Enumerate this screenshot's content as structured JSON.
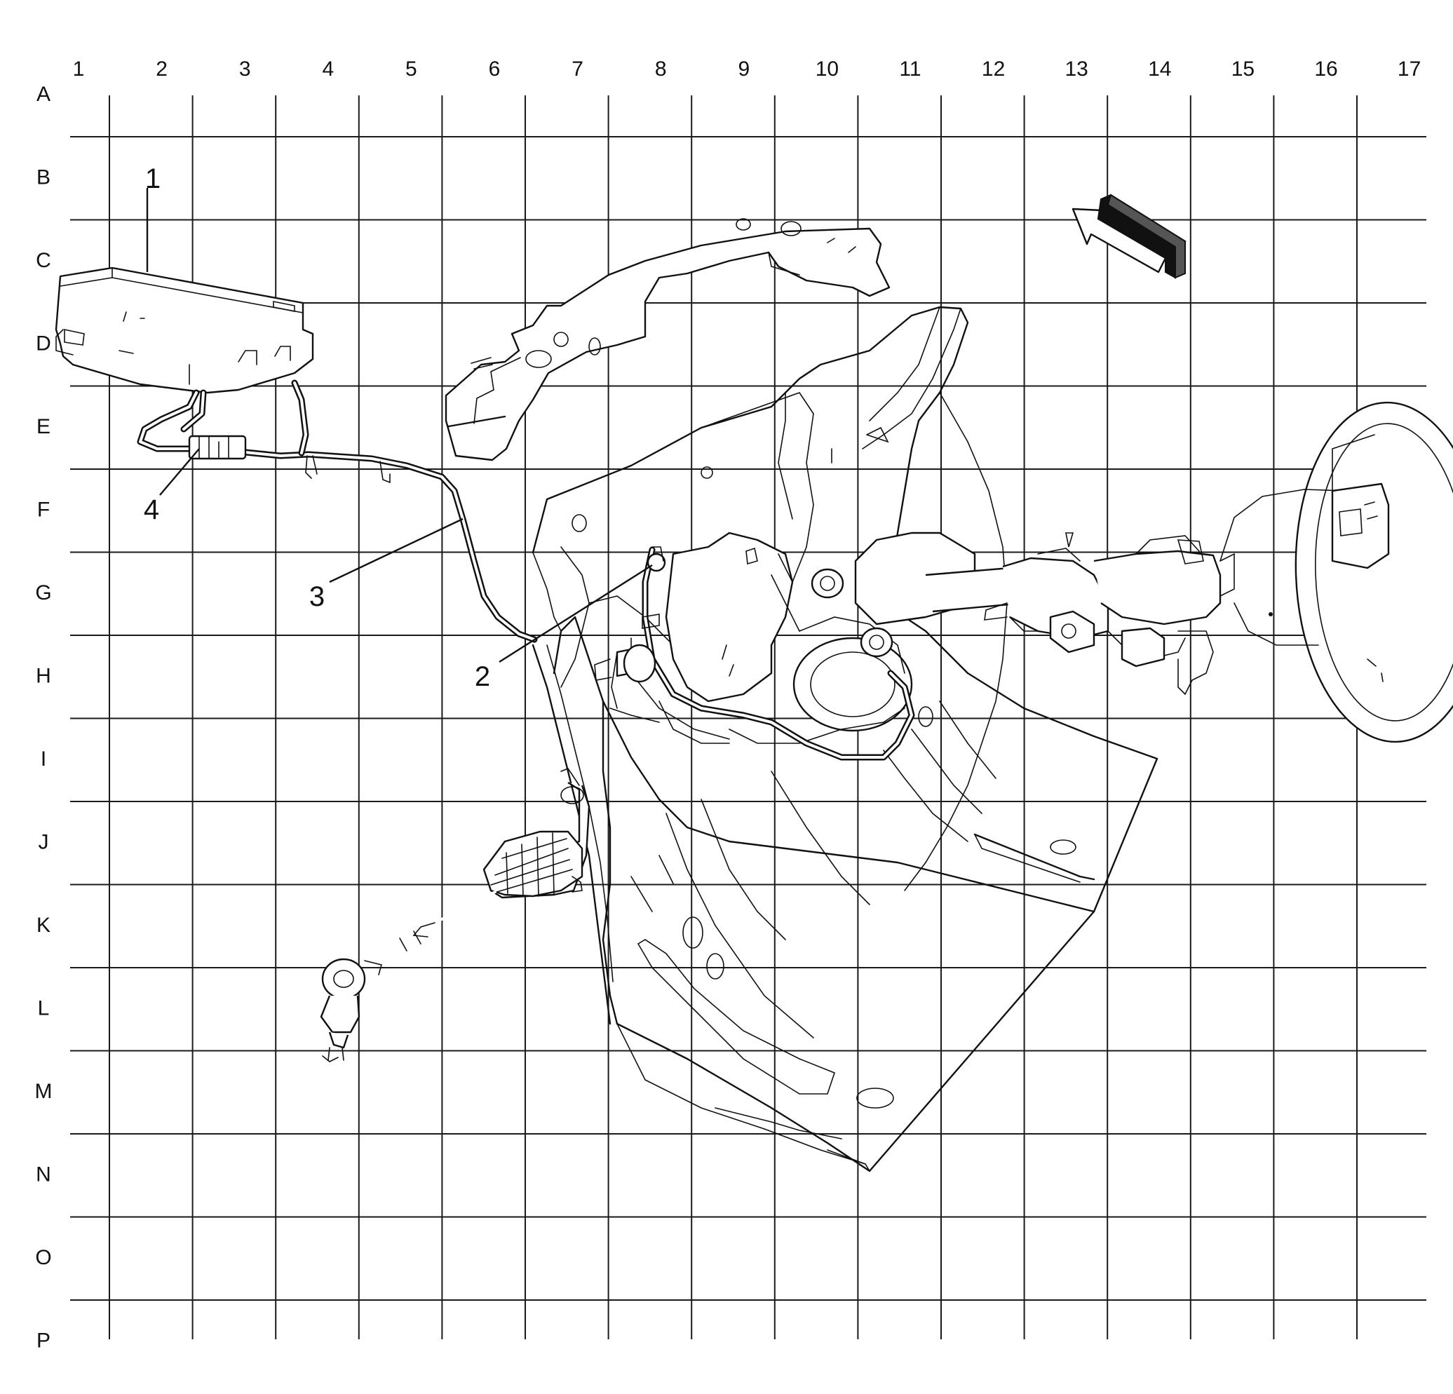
{
  "grid": {
    "columns": [
      "1",
      "2",
      "3",
      "4",
      "5",
      "6",
      "7",
      "8",
      "9",
      "10",
      "11",
      "12",
      "13",
      "14",
      "15",
      "16",
      "17"
    ],
    "rows": [
      "A",
      "B",
      "C",
      "D",
      "E",
      "F",
      "G",
      "H",
      "I",
      "J",
      "K",
      "L",
      "M",
      "N",
      "O",
      "P"
    ]
  },
  "callouts": [
    "1",
    "2",
    "3",
    "4"
  ],
  "icons": {
    "direction_arrow": "front-direction-arrow-icon"
  },
  "colors": {
    "line": "#111111",
    "background": "#ffffff"
  }
}
